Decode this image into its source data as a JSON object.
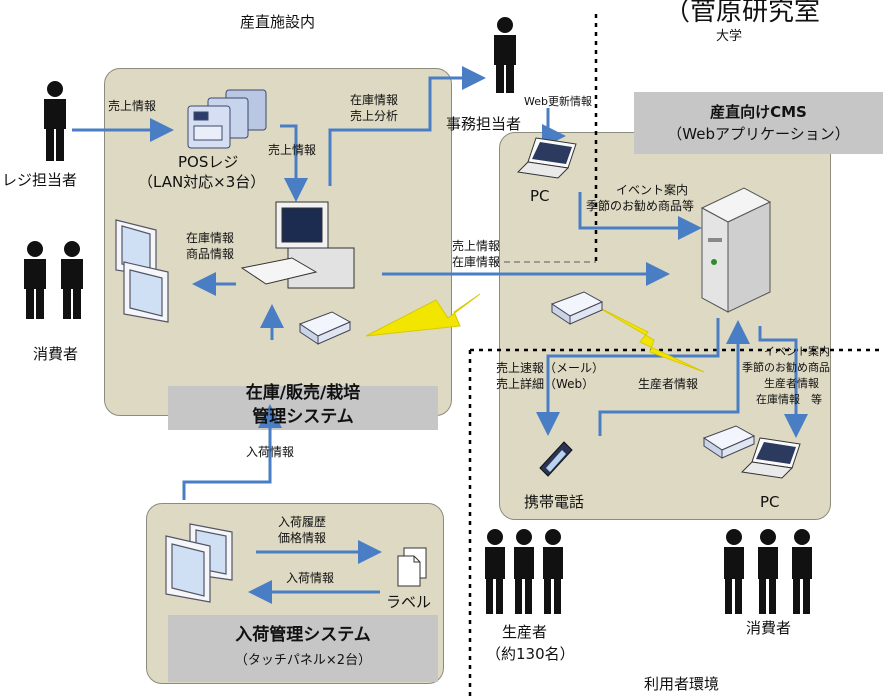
{
  "title_partial": "（菅原研究室",
  "zones": {
    "facility": "産直施設内",
    "university": "大学",
    "user_env": "利用者環境"
  },
  "actors": {
    "cashier": "レジ担当者",
    "consumer_left": "消費者",
    "office": "事務担当者",
    "producers": "生産者",
    "producers_count": "（約130名）",
    "consumers_right": "消費者"
  },
  "devices": {
    "pos_name": "POSレジ",
    "pos_detail": "（LAN対応×3台）",
    "pc_office": "PC",
    "pc_user": "PC",
    "mobile": "携帯電話",
    "label_printer": "ラベル"
  },
  "systems": {
    "cms_title": "産直向けCMS",
    "cms_sub": "（Webアプリケーション）",
    "inventory_title_1": "在庫/販売/栽培",
    "inventory_title_2": "管理システム",
    "arrival_title": "入荷管理システム",
    "arrival_sub": "（タッチパネル×2台）"
  },
  "flows": {
    "sales_info_cashier": "売上情報",
    "sales_info_pos": "売上情報",
    "inventory_analysis_1": "在庫情報",
    "inventory_analysis_2": "売上分析",
    "web_update": "Web更新情報",
    "event_notice_1": "イベント案内",
    "event_notice_2": "季節のお勧め商品等",
    "display_info_1": "在庫情報",
    "display_info_2": "商品情報",
    "sales_to_server_1": "売上情報",
    "sales_to_server_2": "在庫情報",
    "mail_1": "売上速報（メール）",
    "mail_2": "売上詳細（Web）",
    "producer_info": "生産者情報",
    "to_consumer_1": "イベント案内",
    "to_consumer_2": "季節のお勧め商品",
    "to_consumer_3": "生産者情報",
    "to_consumer_4": "在庫情報　等",
    "arrival_info_up": "入荷情報",
    "history_1": "入荷履歴",
    "history_2": "価格情報",
    "arrival_info_back": "入荷情報"
  },
  "colors": {
    "panel": "#ddd9c3",
    "arrow": "#4a7ec4",
    "bolt": "#f2e600",
    "grey_label": "#c6c6c6"
  }
}
